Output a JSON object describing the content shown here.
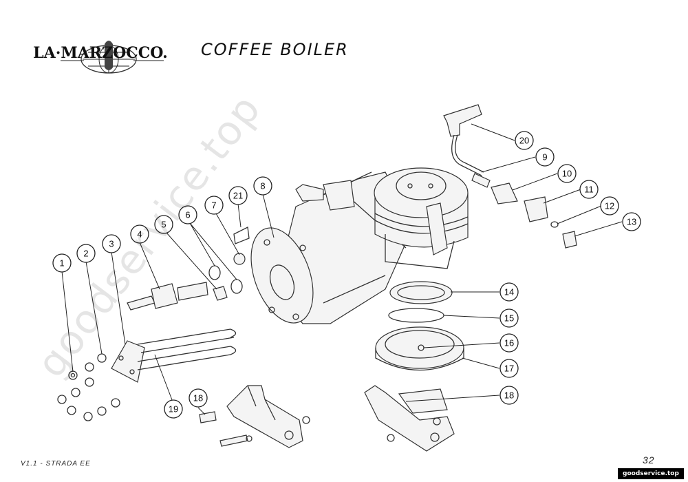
{
  "brand": {
    "name": "LA·MARZOCCO."
  },
  "header": {
    "title": "COFFEE BOILER"
  },
  "footer": {
    "model": "V1.1 - STRADA EE",
    "page": "32",
    "site": "goodservice.top"
  },
  "watermark": "goodservice.top",
  "callouts": [
    {
      "label": "1"
    },
    {
      "label": "2"
    },
    {
      "label": "3"
    },
    {
      "label": "4"
    },
    {
      "label": "5"
    },
    {
      "label": "6"
    },
    {
      "label": "7"
    },
    {
      "label": "21"
    },
    {
      "label": "8"
    },
    {
      "label": "20"
    },
    {
      "label": "9"
    },
    {
      "label": "10"
    },
    {
      "label": "11"
    },
    {
      "label": "12"
    },
    {
      "label": "13"
    },
    {
      "label": "14"
    },
    {
      "label": "15"
    },
    {
      "label": "16"
    },
    {
      "label": "17"
    },
    {
      "label": "18"
    },
    {
      "label": "18"
    },
    {
      "label": "19"
    }
  ],
  "colors": {
    "line": "#333333",
    "background": "#ffffff"
  }
}
